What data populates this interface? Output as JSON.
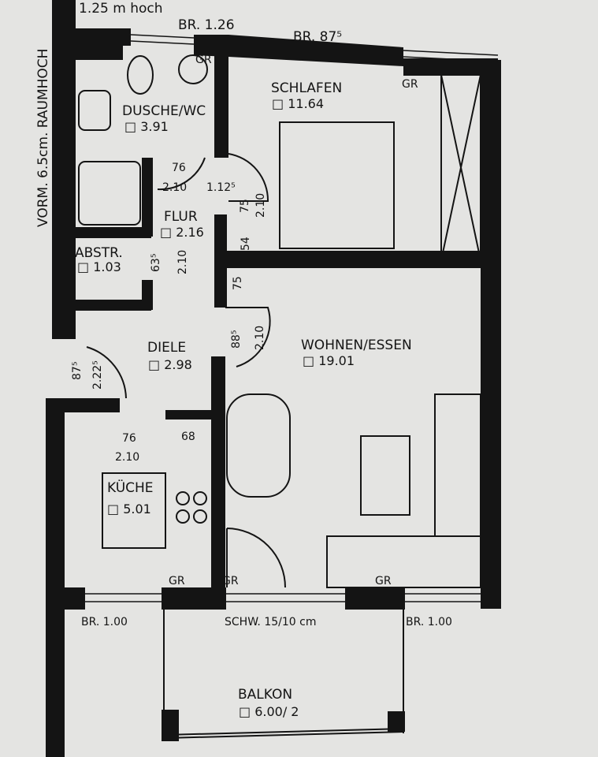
{
  "plan": {
    "top_note": "1.25 m hoch",
    "side_note": "VORM. 6.5cm. RAUMHOCH",
    "rooms": {
      "dusche": {
        "name": "DUSCHE/WC",
        "area": "□ 3.91"
      },
      "schlafen": {
        "name": "SCHLAFEN",
        "area": "□ 11.64"
      },
      "flur": {
        "name": "FLUR",
        "area": "□ 2.16"
      },
      "abstr": {
        "name": "ABSTR.",
        "area": "□ 1.03"
      },
      "diele": {
        "name": "DIELE",
        "area": "□ 2.98"
      },
      "wohnen": {
        "name": "WOHNEN/ESSEN",
        "area": "□ 19.01"
      },
      "kueche": {
        "name": "KÜCHE",
        "area": "□ 5.01"
      },
      "balkon": {
        "name": "BALKON",
        "area": "□ 6.00/ 2"
      }
    },
    "windows": {
      "bath": "BR. 1.26",
      "bedroom": "BR. 87⁵",
      "kitchen": "BR. 1.00",
      "living": "BR. 1.00",
      "balcony_door": "SCHW. 15/10 cm"
    },
    "gr_labels": [
      "GR",
      "GR",
      "GR",
      "GR",
      "GR"
    ],
    "dims": {
      "bath_door_w": "76",
      "bath_door_h": "2.10",
      "flur_small": "1.12⁵",
      "bed_door_w": "75",
      "bed_door_h": "2.10",
      "abstr_door_w": "63⁵",
      "abstr_door_h": "2.10",
      "wall_54": "54",
      "wall_75": "75",
      "living_door_w": "88⁵",
      "living_door_h": "2.10",
      "entry_door_w": "87⁵",
      "entry_door_h": "2.22⁵",
      "kitchen_door_w": "76",
      "kitchen_door_h": "2.10",
      "kitchen_68": "68"
    }
  }
}
